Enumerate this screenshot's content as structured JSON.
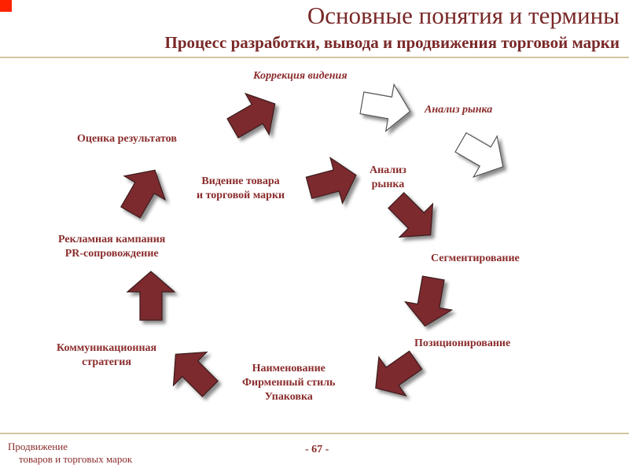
{
  "colors": {
    "accent": "#7a2828",
    "arrow_fill": "#7b2b2f",
    "corner": "#ff2200",
    "rule": "#d0c6a0"
  },
  "header": {
    "title": "Основные понятия и термины",
    "subtitle": "Процесс разработки, вывода и продвижения торговой марки"
  },
  "cycle": {
    "center": {
      "line1": "Видение товара",
      "line2": "и торговой марки"
    },
    "analysis": {
      "line1": "Анализ",
      "line2": "рынка"
    },
    "correction": "Коррекция видения",
    "market_analysis_outer": "Анализ рынка",
    "segmentation": "Сегментирование",
    "positioning": "Позиционирование",
    "naming": {
      "line1": "Наименование",
      "line2": "Фирменный стиль",
      "line3": "Упаковка"
    },
    "communication": {
      "line1": "Коммуникационная",
      "line2": "стратегия"
    },
    "campaign": {
      "line1": "Рекламная кампания",
      "line2": "PR-сопровождение"
    },
    "evaluation": "Оценка результатов"
  },
  "icons": {
    "filled_arrow": "thick-block-arrow-icon",
    "outline_arrow": "outline-block-arrow-icon"
  },
  "footer": {
    "line1": "Продвижение",
    "line2": "товаров и торговых марок",
    "page": "- 67 -"
  }
}
